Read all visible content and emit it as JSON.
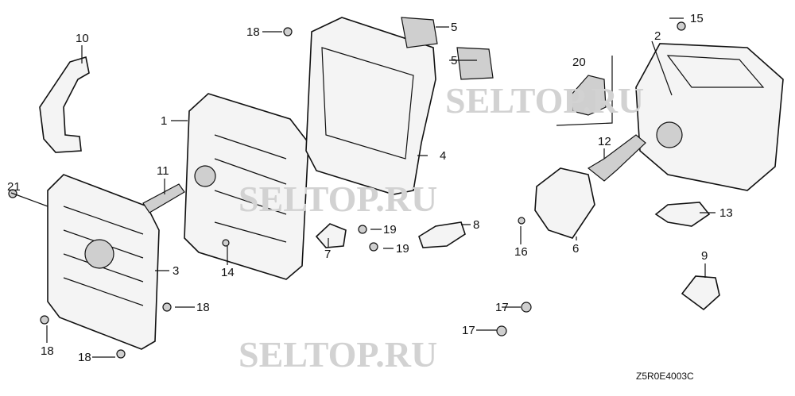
{
  "diagram": {
    "watermark": "SELTOP.RU",
    "drawing_code": "Z5R0E4003C",
    "callouts": [
      "10",
      "18",
      "5",
      "5",
      "20",
      "15",
      "2",
      "1",
      "4",
      "11",
      "12",
      "21",
      "13",
      "8",
      "19",
      "19",
      "7",
      "16",
      "6",
      "14",
      "3",
      "9",
      "18",
      "17",
      "17",
      "18",
      "18"
    ]
  }
}
